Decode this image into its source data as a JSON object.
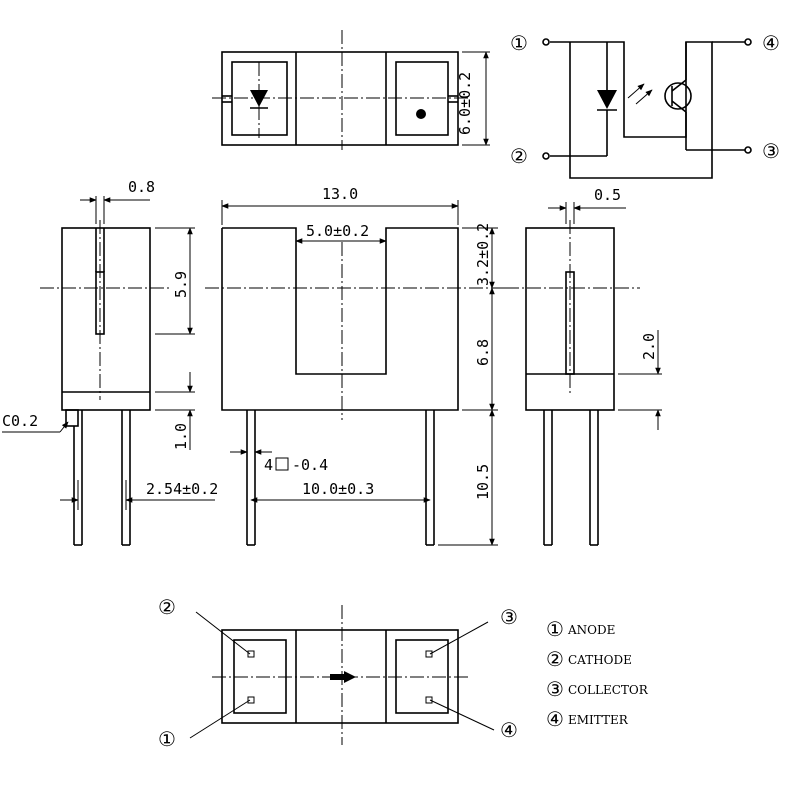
{
  "dimensions": {
    "lead_pitch_side": "0.8",
    "overall_length": "13.0",
    "slot_width": "5.0±0.2",
    "top_height": "6.0±0.2",
    "upper_height": "3.2±0.2",
    "side_height": "5.9",
    "slot_depth": "6.8",
    "lead_length": "10.5",
    "base_height": "1.0",
    "chamfer": "C0.2",
    "lead_spacing_side": "2.54±0.2",
    "lead_spacing_front": "10.0±0.3",
    "lead_square": "-0.4",
    "lead_count": "4",
    "right_slot_width": "0.5",
    "right_window": "2.0"
  },
  "pins": {
    "p1": "①",
    "p2": "②",
    "p3": "③",
    "p4": "④"
  },
  "legend": [
    {
      "num": "①",
      "label": "ANODE"
    },
    {
      "num": "②",
      "label": "CATHODE"
    },
    {
      "num": "③",
      "label": "COLLECTOR"
    },
    {
      "num": "④",
      "label": "EMITTER"
    }
  ]
}
